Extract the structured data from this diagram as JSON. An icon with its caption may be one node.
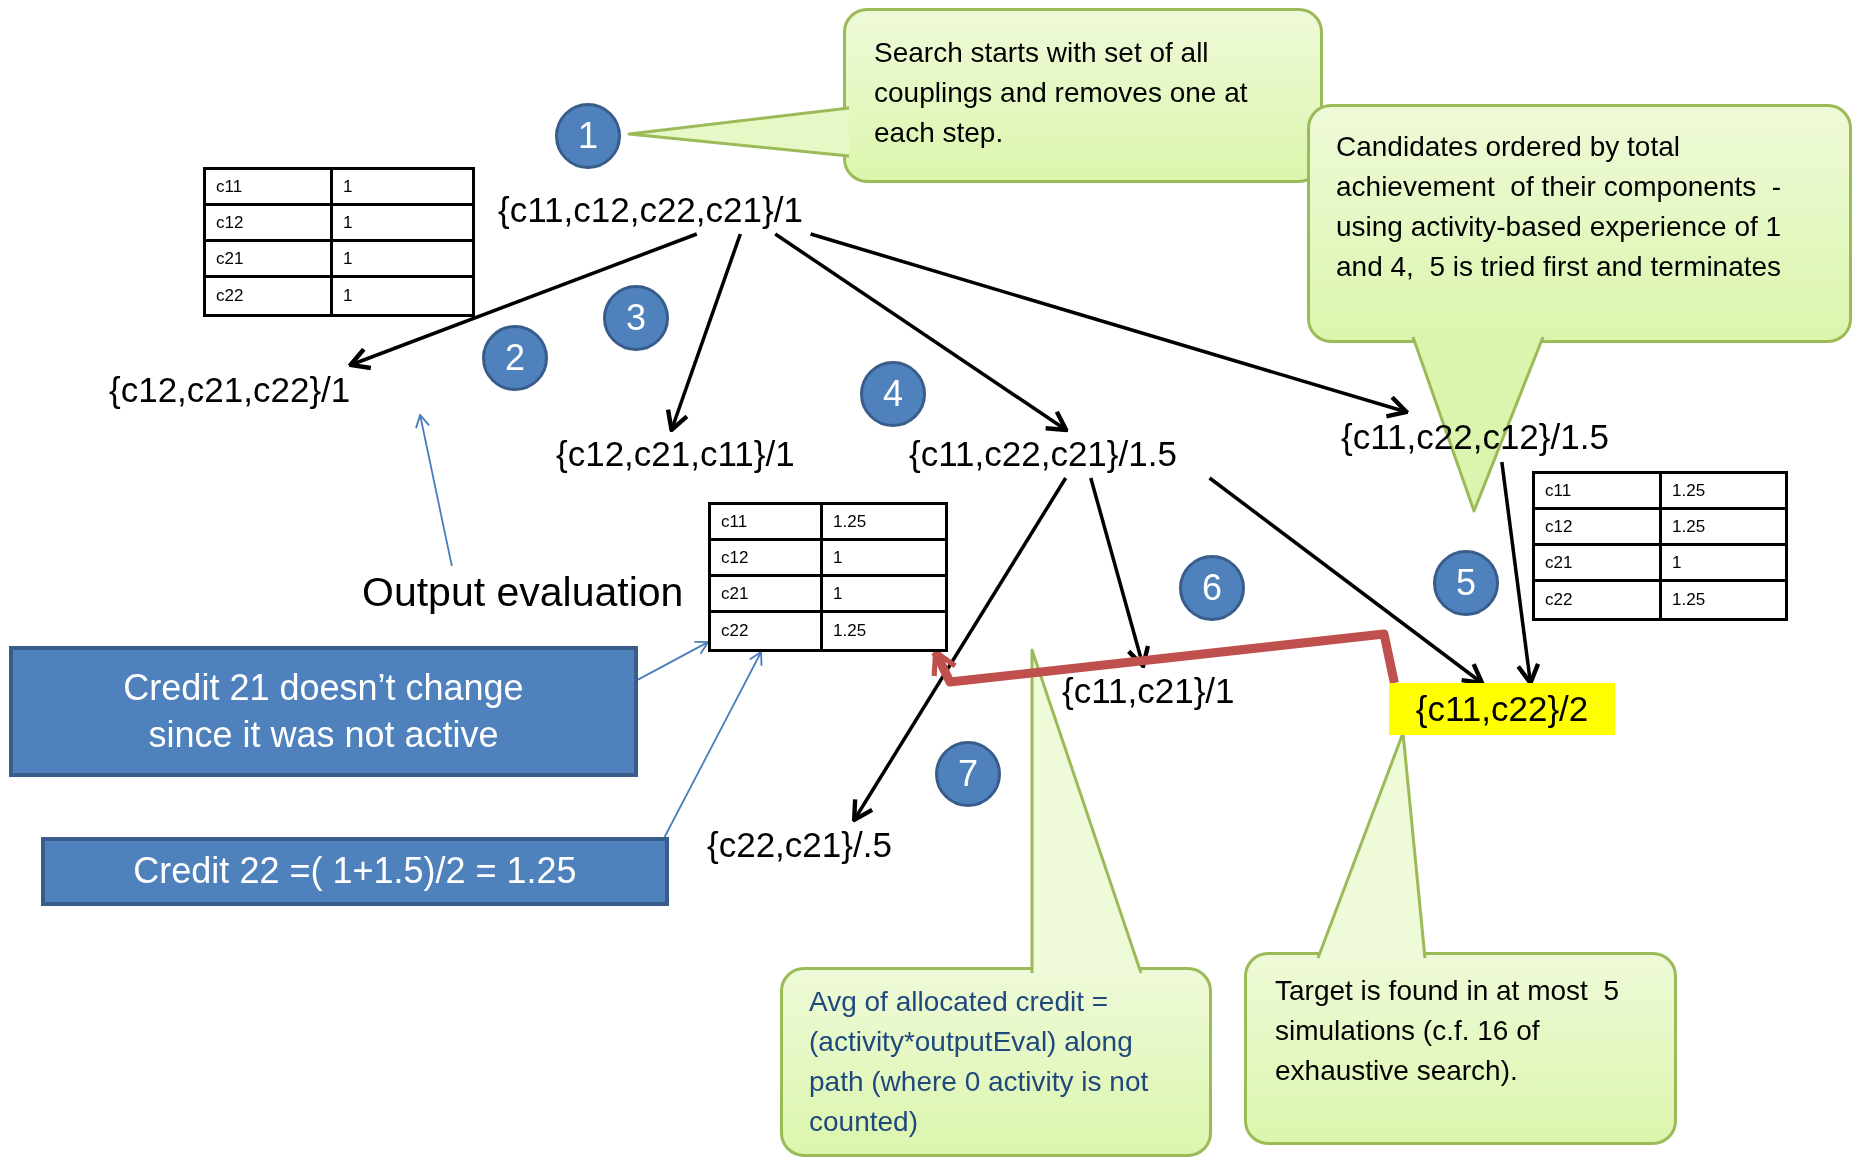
{
  "diagram": {
    "nodes": [
      {
        "text": [
          "Search starts with set of all couplings and removes one at each step."
        ]
      },
      {
        "text": [
          "1"
        ]
      },
      {
        "text": [
          "{c11,c12,c22,c21}/1"
        ]
      },
      {
        "text": [
          "Candidates ordered by total achievement  of their components  -  using activity-based experience of 1 and 4,  5 is tried first and terminates"
        ]
      },
      {
        "text": [
          "2"
        ]
      },
      {
        "text": [
          "3"
        ]
      },
      {
        "text": [
          "4"
        ]
      },
      {
        "text": [
          "{c12,c21,c22}/1"
        ]
      },
      {
        "text": [
          "{c12,c21,c11}/1"
        ]
      },
      {
        "text": [
          "{c11,c22,c21}/1.5"
        ]
      },
      {
        "text": [
          "{c11,c22,c12}/1.5"
        ]
      },
      {
        "text": [
          "Output evaluation"
        ]
      },
      {
        "text": [
          "5"
        ]
      },
      {
        "text": [
          "6"
        ]
      },
      {
        "text": [
          "Credit 21 doesn’t change since it was not active"
        ]
      },
      {
        "text": [
          "{c11,c21}/1"
        ]
      },
      {
        "text": [
          "{c11,c22}/2"
        ]
      },
      {
        "text": [
          "7"
        ]
      },
      {
        "text": [
          "{c22,c21}/.5"
        ]
      },
      {
        "text": [
          "Credit 22 =( 1+1.5)/2 = 1.25"
        ]
      },
      {
        "text": [
          "Avg of allocated credit = (activity*outputEval) along path (where 0 activity is not counted)"
        ]
      },
      {
        "text": [
          "Target is found in at most  5 simulations (c.f. 16 of exhaustive search)."
        ]
      },
      {
        "text": [
          "c11",
          "1",
          "c12",
          "1",
          "c21",
          "1",
          "c22",
          "1"
        ]
      },
      {
        "text": [
          "c11",
          "1.25",
          "c12",
          "1",
          "c21",
          "1",
          "c22",
          "1.25"
        ]
      },
      {
        "text": [
          "c11",
          "1.25",
          "c12",
          "1.25",
          "c21",
          "1",
          "c22",
          "1.25"
        ]
      }
    ],
    "edges": [
      {
        "from": 2,
        "to": 7,
        "arrow": "to"
      },
      {
        "from": 2,
        "to": 8,
        "arrow": "to"
      },
      {
        "from": 2,
        "to": 9,
        "arrow": "to"
      },
      {
        "from": 2,
        "to": 10,
        "arrow": "to"
      },
      {
        "from": 9,
        "to": 15,
        "arrow": "to"
      },
      {
        "from": 9,
        "to": 18,
        "arrow": "to"
      },
      {
        "from": 9,
        "to": 16,
        "arrow": "to"
      },
      {
        "from": 10,
        "to": 16,
        "arrow": "to"
      },
      {
        "from": 11,
        "to": 7,
        "arrow": "to",
        "color": "#4a7ebb"
      },
      {
        "from": 14,
        "to": 23,
        "arrow": "to",
        "color": "#4a7ebb"
      },
      {
        "from": 19,
        "to": 23,
        "arrow": "to",
        "color": "#4a7ebb"
      },
      {
        "from": 16,
        "to": 23,
        "arrow": "to",
        "style": "thick",
        "color": "#c0504d"
      }
    ]
  }
}
